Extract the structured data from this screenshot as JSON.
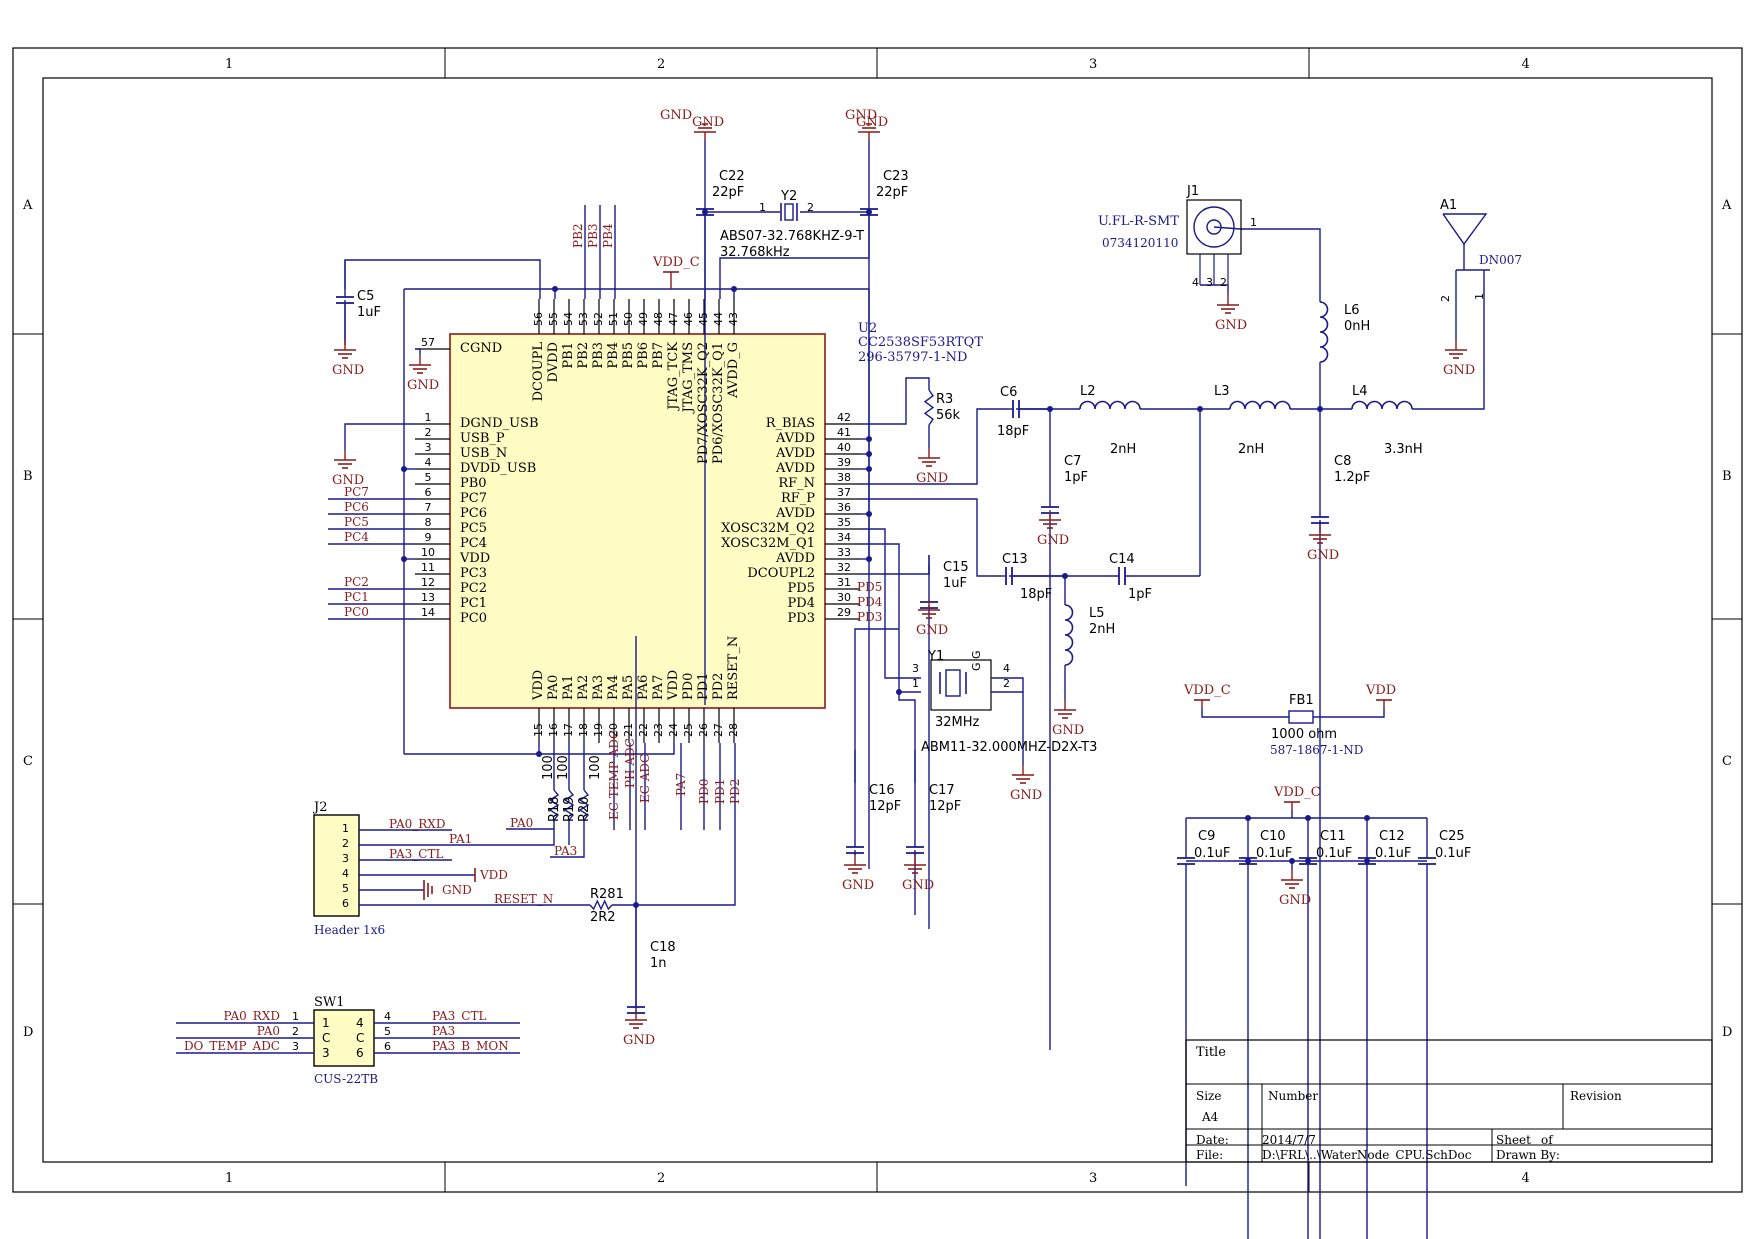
{
  "border": {
    "columns": [
      "1",
      "2",
      "3",
      "4"
    ],
    "rows": [
      "A",
      "B",
      "C",
      "D"
    ]
  },
  "colors": {
    "wire": "#1a1a8c",
    "component": "#1a1a8c",
    "net_label": "#8b1a1a",
    "power": "#8b1a1a",
    "chip_fill": "#fffcc4",
    "junction": "#1a1a8c"
  },
  "u2": {
    "designator": "U2",
    "part": "CC2538SF53RTQT",
    "order_code": "296-35797-1-ND",
    "left_pins": [
      {
        "num": "57",
        "name": "CGND"
      },
      {
        "num": "1",
        "name": "DGND_USB"
      },
      {
        "num": "2",
        "name": "USB_P"
      },
      {
        "num": "3",
        "name": "USB_N"
      },
      {
        "num": "4",
        "name": "DVDD_USB"
      },
      {
        "num": "5",
        "name": "PB0"
      },
      {
        "num": "6",
        "name": "PC7"
      },
      {
        "num": "7",
        "name": "PC6"
      },
      {
        "num": "8",
        "name": "PC5"
      },
      {
        "num": "9",
        "name": "PC4"
      },
      {
        "num": "10",
        "name": "VDD"
      },
      {
        "num": "11",
        "name": "PC3"
      },
      {
        "num": "12",
        "name": "PC2"
      },
      {
        "num": "13",
        "name": "PC1"
      },
      {
        "num": "14",
        "name": "PC0"
      }
    ],
    "right_pins": [
      {
        "num": "42",
        "name": "R_BIAS"
      },
      {
        "num": "41",
        "name": "AVDD"
      },
      {
        "num": "40",
        "name": "AVDD"
      },
      {
        "num": "39",
        "name": "AVDD"
      },
      {
        "num": "38",
        "name": "RF_N"
      },
      {
        "num": "37",
        "name": "RF_P"
      },
      {
        "num": "36",
        "name": "AVDD"
      },
      {
        "num": "35",
        "name": "XOSC32M_Q2"
      },
      {
        "num": "34",
        "name": "XOSC32M_Q1"
      },
      {
        "num": "33",
        "name": "AVDD"
      },
      {
        "num": "32",
        "name": "DCOUPL2"
      },
      {
        "num": "31",
        "name": "PD5"
      },
      {
        "num": "30",
        "name": "PD4"
      },
      {
        "num": "29",
        "name": "PD3"
      }
    ],
    "top_pins": [
      {
        "num": "56",
        "name": "DCOUPL"
      },
      {
        "num": "55",
        "name": "DVDD"
      },
      {
        "num": "54",
        "name": "PB1"
      },
      {
        "num": "53",
        "name": "PB2"
      },
      {
        "num": "52",
        "name": "PB3"
      },
      {
        "num": "51",
        "name": "PB4"
      },
      {
        "num": "50",
        "name": "PB5"
      },
      {
        "num": "49",
        "name": "PB6"
      },
      {
        "num": "48",
        "name": "PB7"
      },
      {
        "num": "47",
        "name": "JTAG_TCK"
      },
      {
        "num": "46",
        "name": "JTAG_TMS"
      },
      {
        "num": "45",
        "name": "PD7/XOSC32K_Q2"
      },
      {
        "num": "44",
        "name": "PD6/XOSC32K_Q1"
      },
      {
        "num": "43",
        "name": "AVDD_G"
      }
    ],
    "bottom_pins": [
      {
        "num": "15",
        "name": "VDD"
      },
      {
        "num": "16",
        "name": "PA0"
      },
      {
        "num": "17",
        "name": "PA1"
      },
      {
        "num": "18",
        "name": "PA2"
      },
      {
        "num": "19",
        "name": "PA3"
      },
      {
        "num": "20",
        "name": "PA4"
      },
      {
        "num": "21",
        "name": "PA5"
      },
      {
        "num": "22",
        "name": "PA6"
      },
      {
        "num": "23",
        "name": "PA7"
      },
      {
        "num": "24",
        "name": "VDD"
      },
      {
        "num": "25",
        "name": "PD0"
      },
      {
        "num": "26",
        "name": "PD1"
      },
      {
        "num": "27",
        "name": "PD2"
      },
      {
        "num": "28",
        "name": "RESET_N"
      }
    ]
  },
  "left_net_labels": [
    "PC7",
    "PC6",
    "PC5",
    "PC4",
    "PC2",
    "PC1",
    "PC0"
  ],
  "top_net_labels": [
    "PB2",
    "PB3",
    "PB4"
  ],
  "right_net_labels": [
    "PD5",
    "PD4",
    "PD3"
  ],
  "bottom_net_labels": [
    "EC TEMP ADC",
    "PH ADC",
    "EC ADC",
    "PA7",
    "PD0",
    "PD1",
    "PD2"
  ],
  "components": {
    "c22": {
      "ref": "C22",
      "value": "22pF"
    },
    "c23": {
      "ref": "C23",
      "value": "22pF"
    },
    "y2": {
      "ref": "Y2",
      "part": "ABS07-32.768KHZ-9-T",
      "freq": "32.768kHz",
      "pin1": "1",
      "pin2": "2"
    },
    "c5": {
      "ref": "C5",
      "value": "1uF"
    },
    "r3": {
      "ref": "R3",
      "value": "56k"
    },
    "c6": {
      "ref": "C6",
      "value": "18pF"
    },
    "c7": {
      "ref": "C7",
      "value": "1pF"
    },
    "l2": {
      "ref": "L2",
      "value": "2nH"
    },
    "l3": {
      "ref": "L3",
      "value": "2nH"
    },
    "l4": {
      "ref": "L4",
      "value": "3.3nH"
    },
    "l5": {
      "ref": "L5",
      "value": "2nH"
    },
    "l6": {
      "ref": "L6",
      "value": "0nH"
    },
    "c8": {
      "ref": "C8",
      "value": "1.2pF"
    },
    "c13": {
      "ref": "C13",
      "value": "18pF"
    },
    "c14": {
      "ref": "C14",
      "value": "1pF"
    },
    "c15": {
      "ref": "C15",
      "value": "1uF"
    },
    "c16": {
      "ref": "C16",
      "value": "12pF"
    },
    "c17": {
      "ref": "C17",
      "value": "12pF"
    },
    "y1": {
      "ref": "Y1",
      "freq": "32MHz",
      "part": "ABM11-32.000MHZ-D2X-T3",
      "pins": [
        "3",
        "1",
        "4",
        "2"
      ],
      "glyph": "G G"
    },
    "j1": {
      "ref": "J1",
      "part": "U.FL-R-SMT",
      "order_code": "0734120110",
      "pins": [
        "4",
        "3",
        "2"
      ],
      "pin1": "1"
    },
    "a1": {
      "ref": "A1",
      "part": "DN007",
      "pins": [
        "2",
        "1"
      ]
    },
    "fb1": {
      "ref": "FB1",
      "value": "1000 ohm",
      "order_code": "587-1867-1-ND",
      "left_net": "VDD_C",
      "right_net": "VDD"
    },
    "decoupling": [
      {
        "ref": "C9",
        "value": "0.1uF"
      },
      {
        "ref": "C10",
        "value": "0.1uF"
      },
      {
        "ref": "C11",
        "value": "0.1uF"
      },
      {
        "ref": "C12",
        "value": "0.1uF"
      },
      {
        "ref": "C25",
        "value": "0.1uF"
      }
    ],
    "r18": {
      "ref": "R18",
      "value": "100"
    },
    "r19": {
      "ref": "R19",
      "value": "100"
    },
    "r20": {
      "ref": "R20",
      "value": "100"
    },
    "r281": {
      "ref": "R281",
      "value": "2R2"
    },
    "c18": {
      "ref": "C18",
      "value": "1n"
    },
    "j2": {
      "ref": "J2",
      "part": "Header 1x6",
      "pins": [
        "1",
        "2",
        "3",
        "4",
        "5",
        "6"
      ],
      "nets": [
        "PA0_RXD",
        "PA1",
        "PA3_CTL",
        "VDD",
        "GND",
        "RESET_N"
      ]
    },
    "sw1": {
      "ref": "SW1",
      "part": "CUS-22TB",
      "left_pins": [
        "1",
        "2",
        "3"
      ],
      "right_pins": [
        "4",
        "5",
        "6"
      ],
      "inner_left": [
        "1",
        "C",
        "3"
      ],
      "inner_right": [
        "4",
        "C",
        "6"
      ],
      "left_nets": [
        "PA0_RXD",
        "PA0",
        "DO_TEMP_ADC"
      ],
      "right_nets": [
        "PA3_CTL",
        "PA3",
        "PA3_B_MON"
      ]
    }
  },
  "power": {
    "gnd": "GND",
    "vdd": "VDD",
    "vdd_c": "VDD_C"
  },
  "misc_nets": {
    "pa0": "PA0",
    "pa3": "PA3"
  },
  "title_block": {
    "title_label": "Title",
    "size_label": "Size",
    "size_value": "A4",
    "number_label": "Number",
    "revision_label": "Revision",
    "date_label": "Date:",
    "date_value": "2014/7/7",
    "sheet_label": "Sheet",
    "of_label": "of",
    "file_label": "File:",
    "file_value": "D:\\FRL\\..\\WaterNode_CPU.SchDoc",
    "drawn_label": "Drawn By:"
  }
}
